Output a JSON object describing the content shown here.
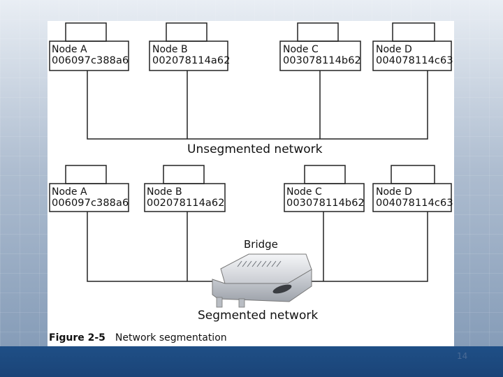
{
  "diagram": {
    "top": {
      "title": "Unsegmented network",
      "nodes": [
        {
          "name": "Node A",
          "mac": "006097c388a6"
        },
        {
          "name": "Node B",
          "mac": "002078114a62"
        },
        {
          "name": "Node C",
          "mac": "003078114b62"
        },
        {
          "name": "Node D",
          "mac": "004078114c63"
        }
      ]
    },
    "bottom": {
      "title": "Segmented network",
      "bridge_label": "Bridge",
      "nodes": [
        {
          "name": "Node A",
          "mac": "006097c388a6"
        },
        {
          "name": "Node B",
          "mac": "002078114a62"
        },
        {
          "name": "Node C",
          "mac": "003078114b62"
        },
        {
          "name": "Node D",
          "mac": "004078114c63"
        }
      ]
    },
    "figure": {
      "number": "Figure 2-5",
      "caption": "Network segmentation"
    }
  },
  "footer": {
    "page_number": "14"
  },
  "colors": {
    "bar": "#1f4f86",
    "panel": "#ffffff",
    "line": "#222222"
  }
}
